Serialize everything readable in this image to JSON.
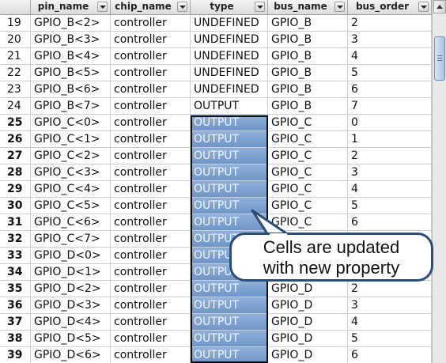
{
  "columns": [
    {
      "label": "pin_name"
    },
    {
      "label": "chip_name"
    },
    {
      "label": "type"
    },
    {
      "label": "bus_name"
    },
    {
      "label": "bus_order"
    }
  ],
  "rows": [
    {
      "id": "19",
      "pin": "GPIO_B<2>",
      "chip": "controller",
      "type": "UNDEFINED",
      "bus": "GPIO_B",
      "order": "2"
    },
    {
      "id": "20",
      "pin": "GPIO_B<3>",
      "chip": "controller",
      "type": "UNDEFINED",
      "bus": "GPIO_B",
      "order": "3"
    },
    {
      "id": "21",
      "pin": "GPIO_B<4>",
      "chip": "controller",
      "type": "UNDEFINED",
      "bus": "GPIO_B",
      "order": "4"
    },
    {
      "id": "22",
      "pin": "GPIO_B<5>",
      "chip": "controller",
      "type": "UNDEFINED",
      "bus": "GPIO_B",
      "order": "5"
    },
    {
      "id": "23",
      "pin": "GPIO_B<6>",
      "chip": "controller",
      "type": "UNDEFINED",
      "bus": "GPIO_B",
      "order": "6"
    },
    {
      "id": "24",
      "pin": "GPIO_B<7>",
      "chip": "controller",
      "type": "OUTPUT",
      "bus": "GPIO_B",
      "order": "7"
    },
    {
      "id": "25",
      "pin": "GPIO_C<0>",
      "chip": "controller",
      "type": "OUTPUT",
      "bus": "GPIO_C",
      "order": "0"
    },
    {
      "id": "26",
      "pin": "GPIO_C<1>",
      "chip": "controller",
      "type": "OUTPUT",
      "bus": "GPIO_C",
      "order": "1"
    },
    {
      "id": "27",
      "pin": "GPIO_C<2>",
      "chip": "controller",
      "type": "OUTPUT",
      "bus": "GPIO_C",
      "order": "2"
    },
    {
      "id": "28",
      "pin": "GPIO_C<3>",
      "chip": "controller",
      "type": "OUTPUT",
      "bus": "GPIO_C",
      "order": "3"
    },
    {
      "id": "29",
      "pin": "GPIO_C<4>",
      "chip": "controller",
      "type": "OUTPUT",
      "bus": "GPIO_C",
      "order": "4"
    },
    {
      "id": "30",
      "pin": "GPIO_C<5>",
      "chip": "controller",
      "type": "OUTPUT",
      "bus": "GPIO_C",
      "order": "5"
    },
    {
      "id": "31",
      "pin": "GPIO_C<6>",
      "chip": "controller",
      "type": "OUTPUT",
      "bus": "GPIO_C",
      "order": "6"
    },
    {
      "id": "32",
      "pin": "GPIO_C<7>",
      "chip": "controller",
      "type": "OUTPUT",
      "bus": "",
      "order": ""
    },
    {
      "id": "33",
      "pin": "GPIO_D<0>",
      "chip": "controller",
      "type": "OUTPUT",
      "bus": "",
      "order": ""
    },
    {
      "id": "34",
      "pin": "GPIO_D<1>",
      "chip": "controller",
      "type": "OUTPUT",
      "bus": "",
      "order": ""
    },
    {
      "id": "35",
      "pin": "GPIO_D<2>",
      "chip": "controller",
      "type": "OUTPUT",
      "bus": "GPIO_D",
      "order": "2"
    },
    {
      "id": "36",
      "pin": "GPIO_D<3>",
      "chip": "controller",
      "type": "OUTPUT",
      "bus": "GPIO_D",
      "order": "3"
    },
    {
      "id": "37",
      "pin": "GPIO_D<4>",
      "chip": "controller",
      "type": "OUTPUT",
      "bus": "GPIO_D",
      "order": "4"
    },
    {
      "id": "38",
      "pin": "GPIO_D<5>",
      "chip": "controller",
      "type": "OUTPUT",
      "bus": "GPIO_D",
      "order": "5"
    },
    {
      "id": "39",
      "pin": "GPIO_D<6>",
      "chip": "controller",
      "type": "OUTPUT",
      "bus": "GPIO_D",
      "order": "6"
    }
  ],
  "selection": {
    "first_row": "25",
    "last_row": "39",
    "column": "type"
  },
  "callout": {
    "line1": "Cells are updated",
    "line2": "with new property"
  },
  "colors": {
    "selection_fill": "#7fa3d1",
    "selection_border": "#111111",
    "callout_border": "#2b4e78"
  },
  "icons": {
    "header_dropdown": "chevron-down-icon",
    "scroll_up": "arrow-up-icon"
  }
}
